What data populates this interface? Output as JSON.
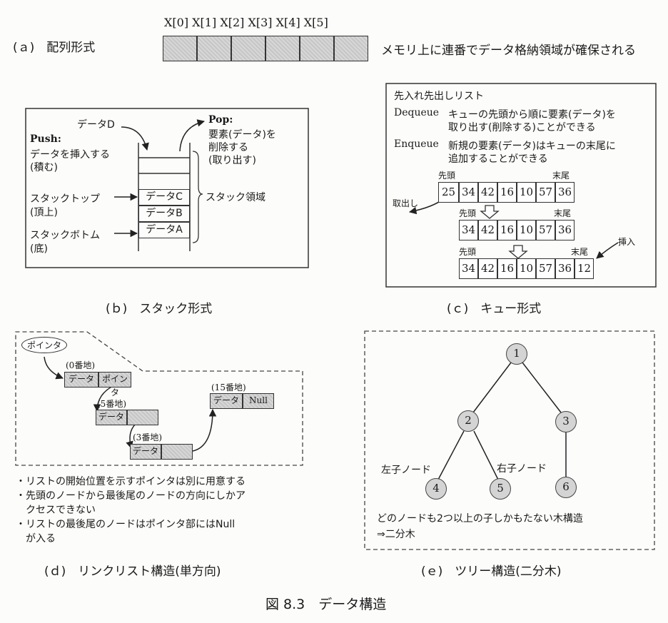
{
  "figure_caption": "図 8.3　データ構造",
  "array": {
    "label": "(ａ)　配列形式",
    "indices": [
      "X[0]",
      "X[1]",
      "X[2]",
      "X[3]",
      "X[4]",
      "X[5]"
    ],
    "note": "メモリ上に連番でデータ格納領域が確保される"
  },
  "stack": {
    "caption": "(ｂ)　スタック形式",
    "data_d": "データD",
    "push_title": "Push:",
    "push_desc1": "データを挿入する",
    "push_desc2": "(積む)",
    "pop_title": "Pop:",
    "pop_desc1": "要素(データ)を",
    "pop_desc2": "削除する",
    "pop_desc3": "(取り出す)",
    "cells": [
      "データC",
      "データB",
      "データA"
    ],
    "region": "スタック領域",
    "top_label": "スタックトップ",
    "top_sub": "(頂上)",
    "bottom_label": "スタックボトム",
    "bottom_sub": "(底)"
  },
  "queue": {
    "caption": "(ｃ)　キュー形式",
    "title": "先入れ先出しリスト",
    "dequeue_term": "Dequeue",
    "dequeue_desc1": "キューの先頭から順に要素(データ)を",
    "dequeue_desc2": "取り出す(削除する)ことができる",
    "enqueue_term": "Enqueue",
    "enqueue_desc1": "新規の要素(データ)はキューの末尾に",
    "enqueue_desc2": "追加することができる",
    "head": "先頭",
    "tail": "末尾",
    "takeout": "取出し",
    "insert": "挿入",
    "row1": [
      "25",
      "34",
      "42",
      "16",
      "10",
      "57",
      "36"
    ],
    "row2": [
      "34",
      "42",
      "16",
      "10",
      "57",
      "36"
    ],
    "row3": [
      "34",
      "42",
      "16",
      "10",
      "57",
      "36",
      "12"
    ]
  },
  "linked": {
    "caption": "(ｄ)　リンクリスト構造(単方向)",
    "pointer": "ポインタ",
    "addr0": "(0番地)",
    "addr5": "(5番地)",
    "addr3": "(3番地)",
    "addr15": "(15番地)",
    "data": "データ",
    "null": "Null",
    "notes": [
      "・リストの開始位置を示すポインタは別に用意する",
      "・先頭のノードから最後尾のノードの方向にしかア",
      "　クセスできない",
      "・リストの最後尾のノードはポインタ部にはNull",
      "　が入る"
    ]
  },
  "tree": {
    "caption": "(ｅ)　ツリー構造(二分木)",
    "nodes": [
      "1",
      "2",
      "3",
      "4",
      "5",
      "6"
    ],
    "left_child": "左子ノード",
    "right_child": "右子ノード",
    "note1": "どのノードも2つ以上の子しかもたない木構造",
    "note2": "⇒二分木"
  }
}
